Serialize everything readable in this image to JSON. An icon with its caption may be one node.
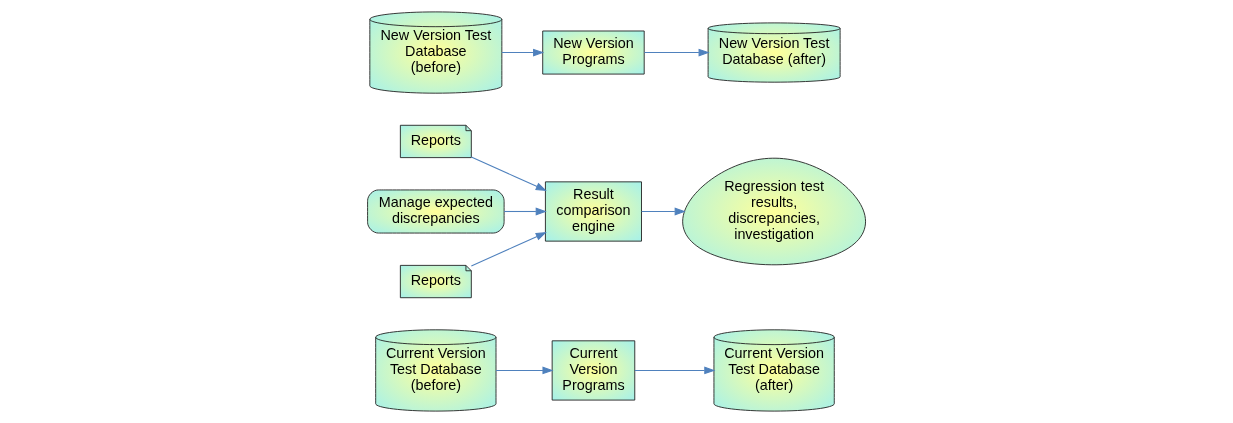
{
  "diagram": {
    "nodes": [
      {
        "text": [
          "Current Version Test Database (before)"
        ]
      },
      {
        "text": [
          "Current Version Programs"
        ]
      },
      {
        "text": [
          "Current Version Test Database (after)"
        ]
      },
      {
        "text": [
          "Reports"
        ]
      },
      {
        "text": [
          "Manage expected discrepancies"
        ]
      },
      {
        "text": [
          "New Version Test Database (before)"
        ]
      },
      {
        "text": [
          "New Version Programs"
        ]
      },
      {
        "text": [
          "New Version Test Database (after)"
        ]
      },
      {
        "text": [
          "Reports"
        ]
      },
      {
        "text": [
          "Result comparison engine"
        ]
      },
      {
        "text": [
          "Regression test results, discrepancies, investigation"
        ]
      }
    ],
    "edges": [
      {
        "from": 0,
        "to": 1,
        "arrow": "to"
      },
      {
        "from": 1,
        "to": 2,
        "arrow": "to"
      },
      {
        "from": 3,
        "to": 9,
        "arrow": "to"
      },
      {
        "from": 4,
        "to": 9,
        "arrow": "to"
      },
      {
        "from": 5,
        "to": 6,
        "arrow": "to"
      },
      {
        "from": 6,
        "to": 7,
        "arrow": "to"
      },
      {
        "from": 8,
        "to": 9,
        "arrow": "to"
      },
      {
        "from": 9,
        "to": 10,
        "arrow": "to"
      }
    ]
  }
}
